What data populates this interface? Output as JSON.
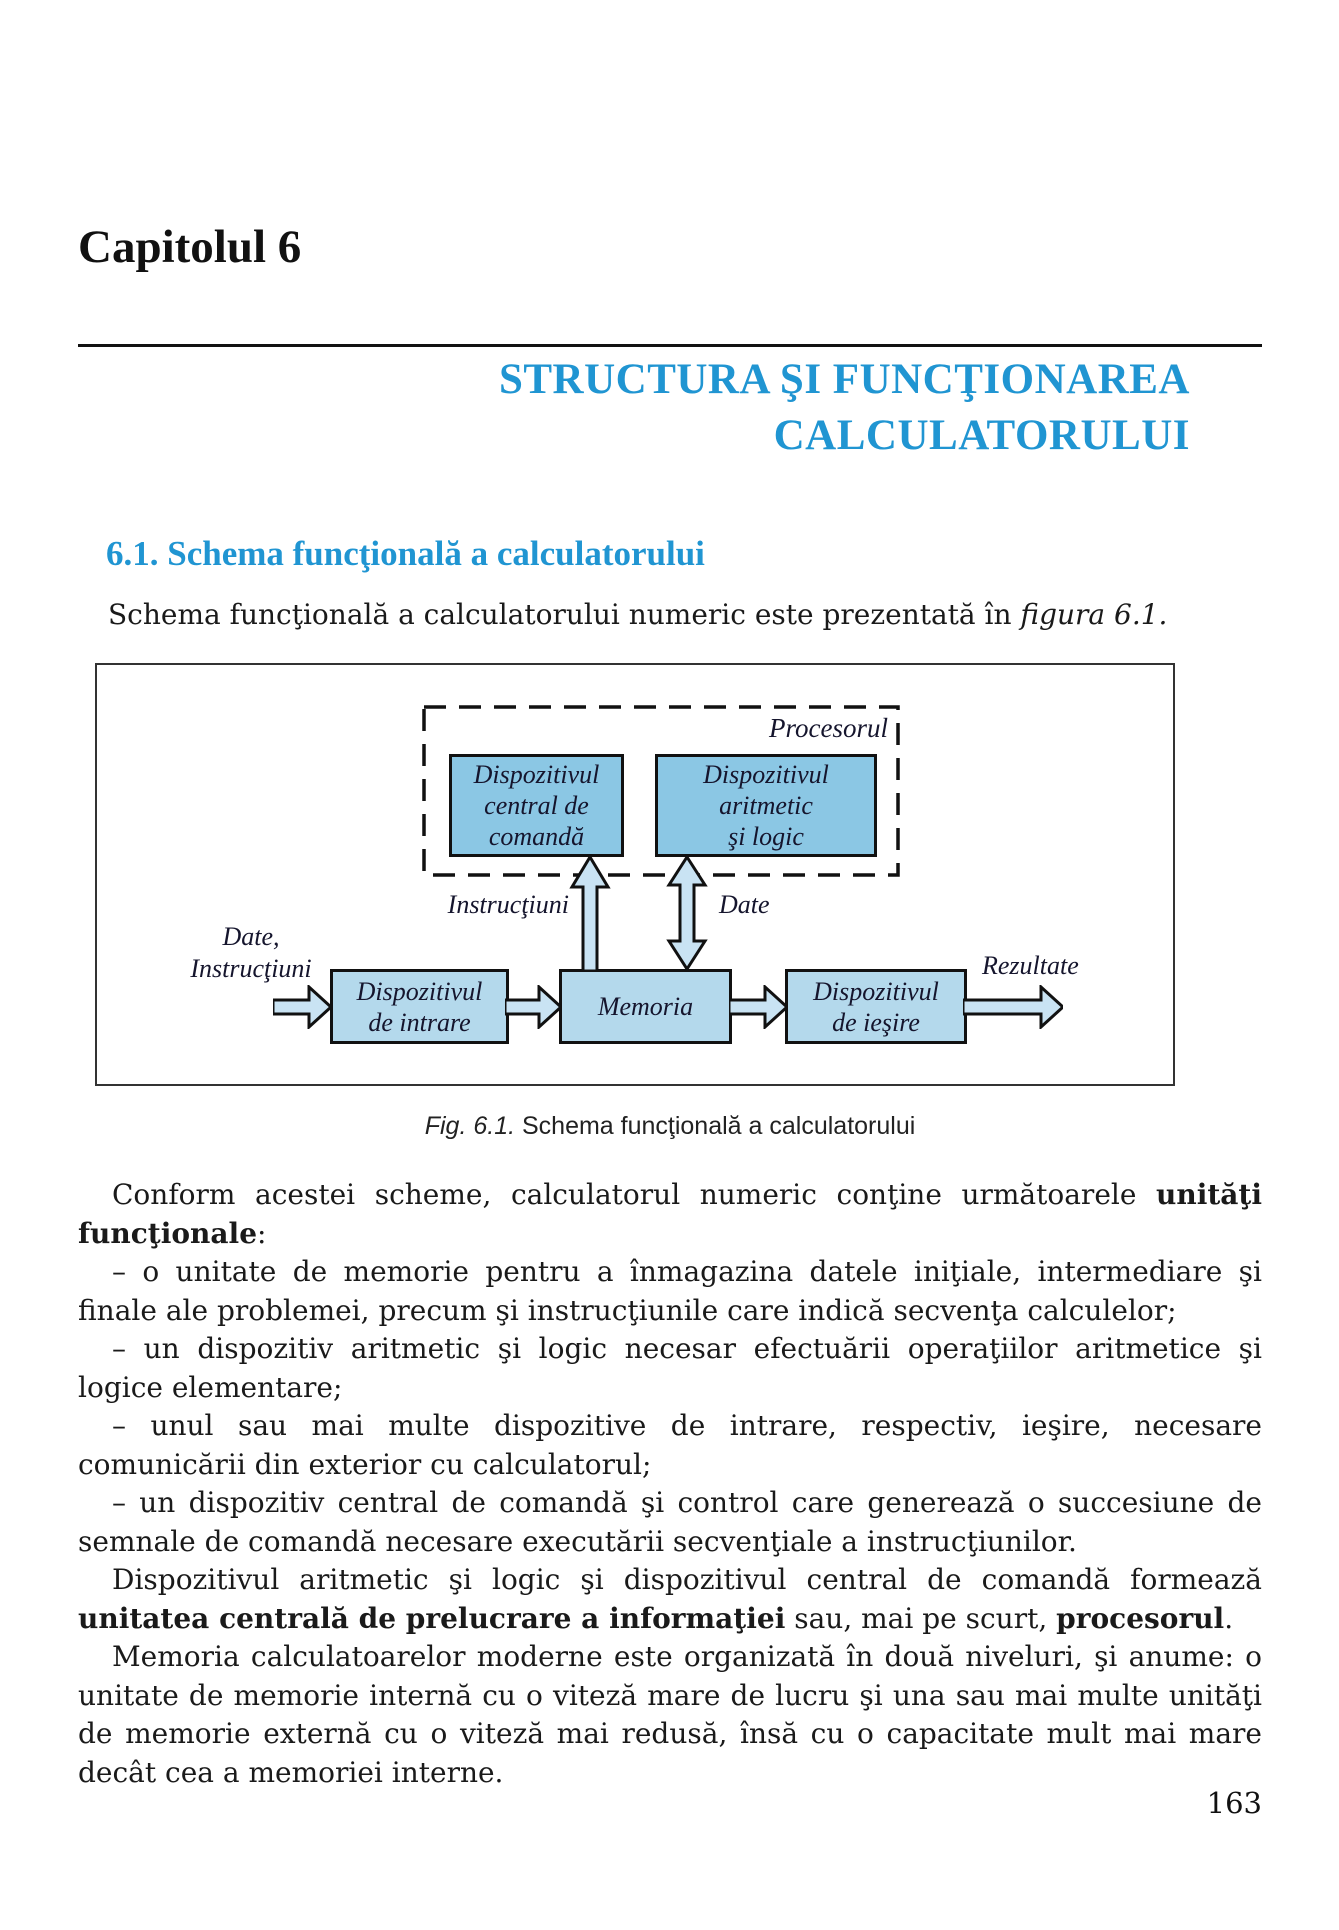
{
  "page": {
    "chapter": "Capitolul 6",
    "title_line1": "STRUCTURA ŞI FUNCŢIONAREA",
    "title_line2": "CALCULATORULUI",
    "page_number": "163",
    "accent_color": "#2095d2"
  },
  "section": {
    "heading": "6.1. Schema funcţională a calculatorului"
  },
  "intro": {
    "segments": [
      {
        "t": "Schema funcţională a calculatorului numeric este prezentată în "
      },
      {
        "t": "figura 6.1.",
        "italic": true
      }
    ]
  },
  "figure": {
    "caption_prefix": "Fig. 6.1.",
    "caption_text": " Schema funcţională a calculatorului",
    "processor_label": "Procesorul",
    "boxes": {
      "control": {
        "line1": "Dispozitivul",
        "line2": "central de",
        "line3": "comandă"
      },
      "alu": {
        "line1": "Dispozitivul",
        "line2": "aritmetic",
        "line3": "şi logic"
      },
      "input": {
        "line1": "Dispozitivul",
        "line2": "de intrare"
      },
      "memory": {
        "line1": "Memoria"
      },
      "output": {
        "line1": "Dispozitivul",
        "line2": "de ieşire"
      }
    },
    "labels": {
      "instructions": "Instrucţiuni",
      "data": "Date",
      "input_line1": "Date,",
      "input_line2": "Instrucţiuni",
      "results": "Rezultate"
    },
    "colors": {
      "processor_box_fill": "#8bc7e4",
      "io_box_fill": "#b4d9ec",
      "arrow_fill": "#c9e3f3",
      "border": "#111111"
    }
  },
  "body": {
    "paragraphs": [
      {
        "segments": [
          {
            "t": "Conform acestei scheme, calculatorul numeric conţine următoarele "
          },
          {
            "t": "unităţi funcţionale",
            "bold": true
          },
          {
            "t": ":"
          }
        ]
      },
      {
        "segments": [
          {
            "t": "– o unitate de memorie pentru a înmagazina datele iniţiale, intermediare şi finale ale problemei, precum şi instrucţiunile care indică secvenţa calculelor;"
          }
        ]
      },
      {
        "segments": [
          {
            "t": "– un dispozitiv aritmetic şi logic necesar efectuării operaţiilor aritmetice şi logice elementare;"
          }
        ]
      },
      {
        "segments": [
          {
            "t": "– unul sau mai multe dispozitive de intrare, respectiv, ieşire, necesare comunicării din exterior cu calculatorul;"
          }
        ]
      },
      {
        "segments": [
          {
            "t": "– un dispozitiv central de comandă şi control care generează o succesiune de semnale de comandă necesare executării secvenţiale a instrucţiunilor."
          }
        ]
      },
      {
        "segments": [
          {
            "t": "Dispozitivul aritmetic şi logic şi dispozitivul central de comandă formează "
          },
          {
            "t": "unitatea centrală de prelucrare a informaţiei",
            "bold": true
          },
          {
            "t": " sau, mai pe scurt, "
          },
          {
            "t": "procesorul",
            "bold": true
          },
          {
            "t": "."
          }
        ]
      },
      {
        "segments": [
          {
            "t": "Memoria calculatoarelor moderne este organizată în două niveluri, şi anume: o unitate de memorie internă cu o viteză mare de lucru şi una sau mai multe unităţi de memorie externă cu o viteză mai redusă, însă cu o capacitate mult mai mare decât cea a memoriei interne."
          }
        ]
      }
    ]
  }
}
